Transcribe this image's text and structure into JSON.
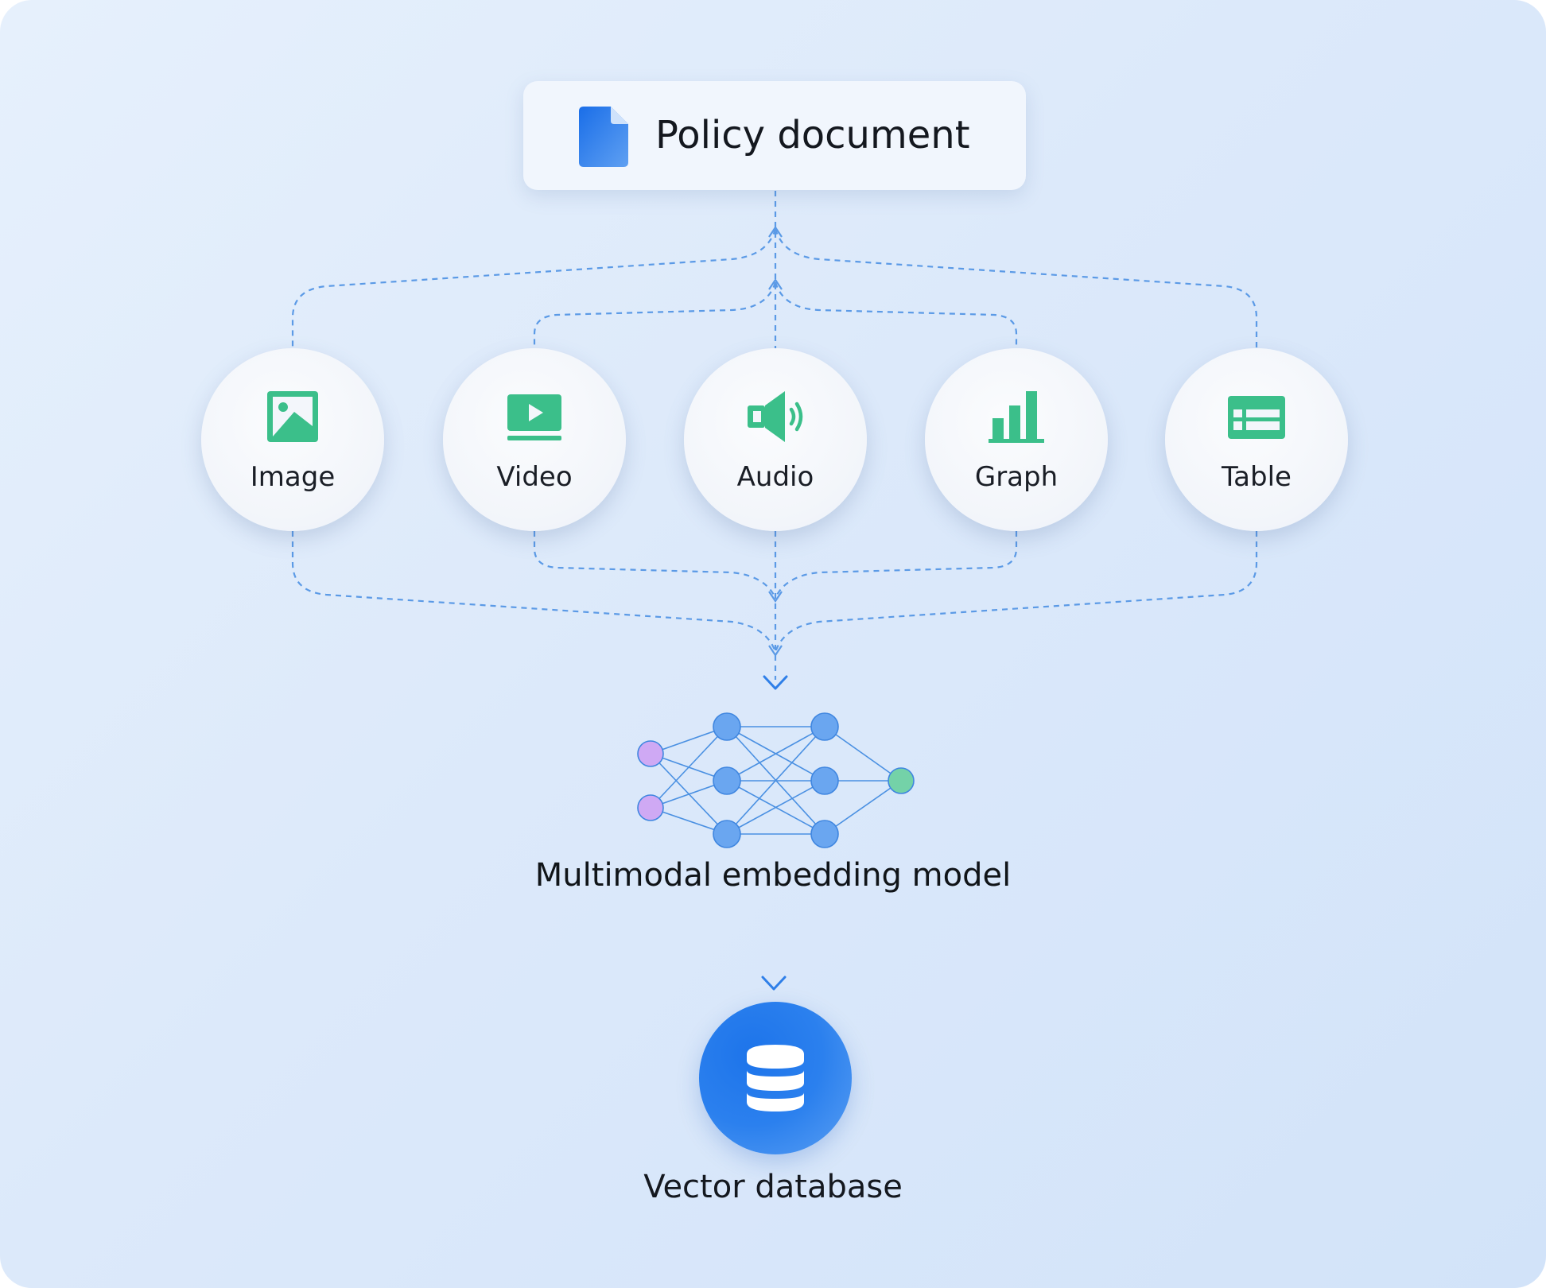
{
  "source": {
    "title": "Policy document",
    "icon": "document-icon"
  },
  "modalities": [
    {
      "label": "Image",
      "icon": "image-icon"
    },
    {
      "label": "Video",
      "icon": "video-icon"
    },
    {
      "label": "Audio",
      "icon": "audio-icon"
    },
    {
      "label": "Graph",
      "icon": "bar-chart-icon"
    },
    {
      "label": "Table",
      "icon": "table-icon"
    }
  ],
  "model": {
    "label": "Multimodal embedding model",
    "icon": "neural-network-icon"
  },
  "output": {
    "label": "Vector database",
    "icon": "database-icon"
  },
  "colors": {
    "accent": "#1f74ea",
    "icon_green": "#3bbf8a",
    "connector": "#5b9ae6",
    "input_node": "#c9a6f2",
    "output_node": "#6fd4a6"
  }
}
